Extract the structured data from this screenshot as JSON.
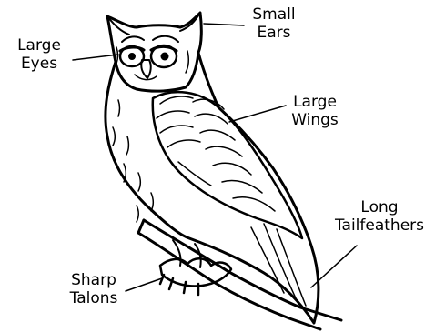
{
  "labels": {
    "small_ears": [
      "Small",
      "Ears"
    ],
    "large_eyes": [
      "Large",
      "Eyes"
    ],
    "large_wings": [
      "Large",
      "Wings"
    ],
    "long_tailfeathers": [
      "Long",
      "Tailfeathers"
    ],
    "sharp_talons": [
      "Sharp",
      "Talons"
    ]
  },
  "colors": {
    "ink": "#000000",
    "background": "#ffffff"
  }
}
